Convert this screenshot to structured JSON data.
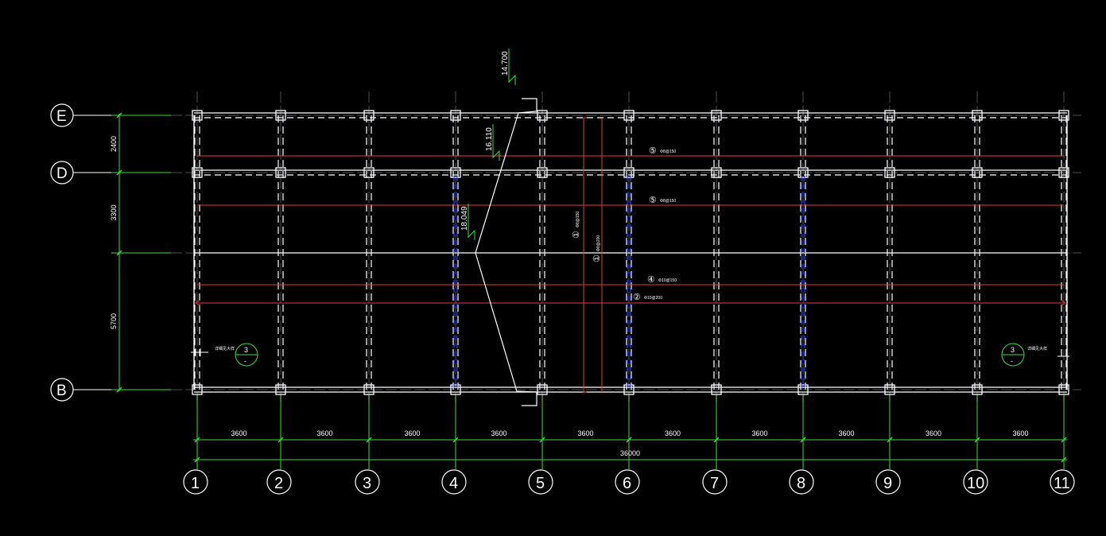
{
  "colors": {
    "background": "#000000",
    "structure": "#ffffff",
    "grid": "#cfe8ff",
    "dimension": "#3cdc3c",
    "rebar_red": "#e03c3c",
    "rebar_blue": "#2a3cff"
  },
  "grid_rows": [
    {
      "label": "E"
    },
    {
      "label": "D"
    },
    {
      "label": "B"
    }
  ],
  "grid_cols": [
    {
      "label": "1"
    },
    {
      "label": "2"
    },
    {
      "label": "3"
    },
    {
      "label": "4"
    },
    {
      "label": "5"
    },
    {
      "label": "6"
    },
    {
      "label": "7"
    },
    {
      "label": "8"
    },
    {
      "label": "9"
    },
    {
      "label": "10"
    },
    {
      "label": "11"
    }
  ],
  "dimensions": {
    "bays": [
      "3600",
      "3600",
      "3600",
      "3600",
      "3600",
      "3600",
      "3600",
      "3600",
      "3600",
      "3600"
    ],
    "total": "36000",
    "vertical": [
      "2400",
      "3300",
      "5700"
    ]
  },
  "elevations": [
    "14.700",
    "16.110",
    "18.049"
  ],
  "section_marks": [
    {
      "number": "3",
      "sub": "-",
      "side": "left",
      "note": "详细见大样"
    },
    {
      "number": "3",
      "sub": "-",
      "side": "right",
      "note": "详细见大样"
    }
  ],
  "rebar_labels": [
    {
      "mark": "⑤",
      "text": "Φ8@150"
    },
    {
      "mark": "⑤",
      "text": "Φ8@150"
    },
    {
      "mark": "④",
      "text": "Φ10@150"
    },
    {
      "mark": "②",
      "text": "Φ10@200"
    },
    {
      "mark": "①",
      "text": "Φ8@150"
    },
    {
      "mark": "①",
      "text": "Φ8@200"
    }
  ]
}
